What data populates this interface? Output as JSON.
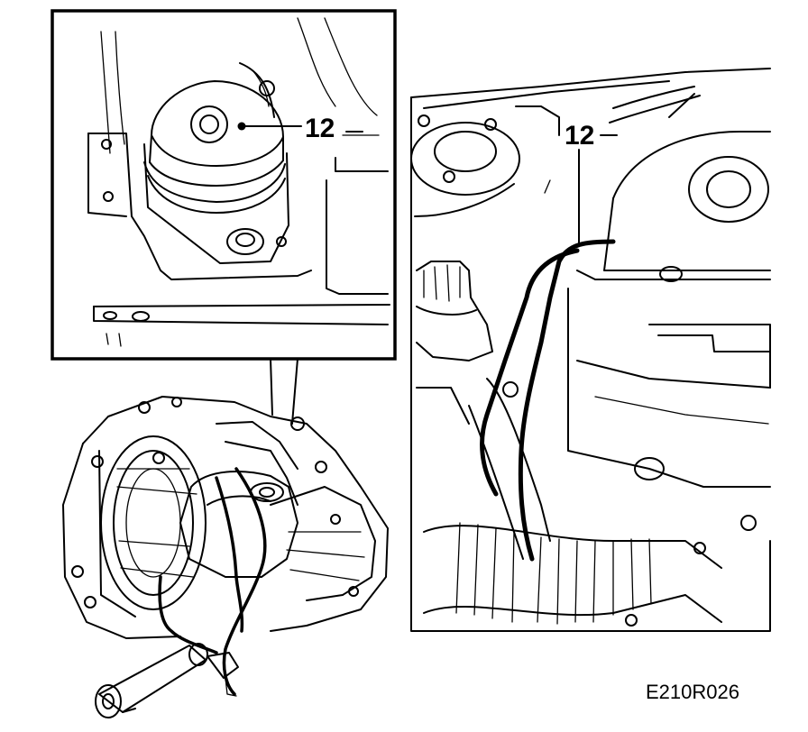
{
  "diagram": {
    "callouts": [
      {
        "label": "12"
      },
      {
        "label": "12"
      }
    ],
    "figure_code": "E210R026"
  }
}
